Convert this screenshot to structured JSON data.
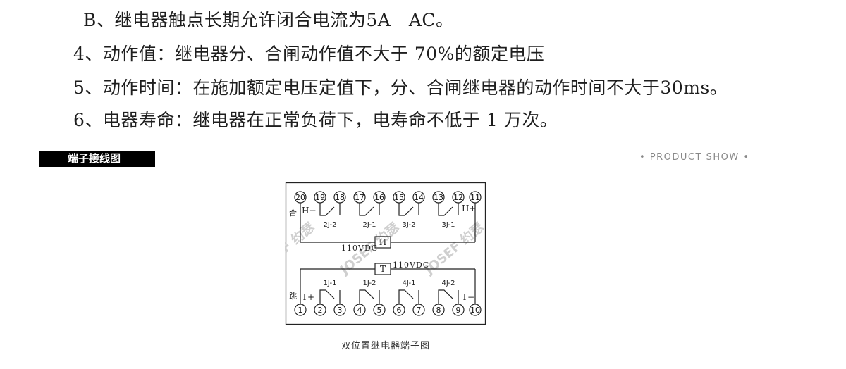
{
  "spec_lines": [
    "B、继电器触点长期允许闭合电流为5A　AC。",
    "4、动作值：继电器分、合闸动作值不大于 70%的额定电压",
    "5、动作时间：在施加额定电压定值下，分、合闸继电器的动作时间不大于30ms。",
    "6、电器寿命：继电器在正常负荷下，电寿命不低于 1 万次。"
  ],
  "section": {
    "title": "端子接线图",
    "subtitle": "• PRODUCT SHOW •"
  },
  "diagram": {
    "top_terminals": [
      "20",
      "19",
      "18",
      "17",
      "16",
      "15",
      "14",
      "13",
      "12",
      "11"
    ],
    "bottom_terminals": [
      "1",
      "2",
      "3",
      "4",
      "5",
      "6",
      "7",
      "8",
      "9",
      "10"
    ],
    "top_contacts": [
      "2J-2",
      "2J-1",
      "3J-2",
      "3J-1"
    ],
    "bottom_contacts": [
      "1J-1",
      "1J-2",
      "4J-1",
      "4J-2"
    ],
    "close_label": "合",
    "trip_label": "跳",
    "h_minus": "H−",
    "h_plus": "H+",
    "t_plus": "T+",
    "t_minus": "T−",
    "h_coil": "H",
    "t_coil": "T",
    "h_voltage": "110VDC",
    "t_voltage": "110VDC",
    "watermark": "JOSEF 约瑟"
  },
  "caption": "双位置继电器端子图"
}
